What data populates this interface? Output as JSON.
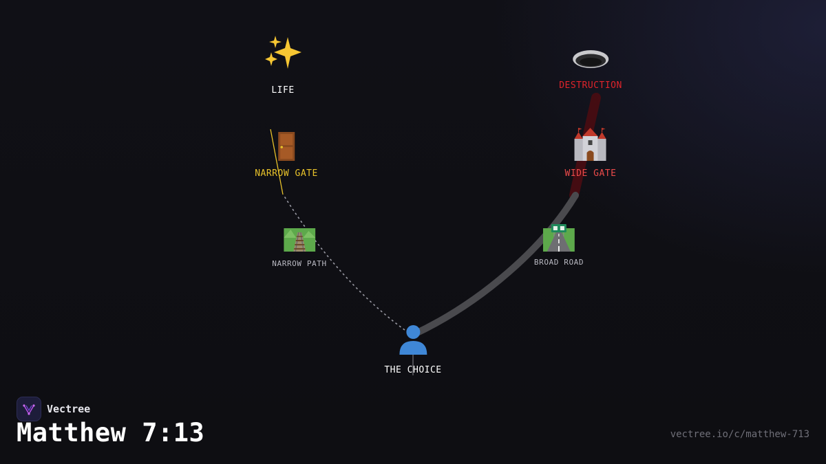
{
  "nodes": {
    "life": {
      "label": "LIFE",
      "icon": "sparkles-icon",
      "color": "#ffffff"
    },
    "destruction": {
      "label": "DESTRUCTION",
      "icon": "hole-icon",
      "color": "#e0242b"
    },
    "narrow_gate": {
      "label": "NARROW GATE",
      "icon": "door-icon",
      "color": "#e8c22a"
    },
    "wide_gate": {
      "label": "WIDE GATE",
      "icon": "castle-icon",
      "color": "#ea4a4a"
    },
    "narrow_path": {
      "label": "NARROW PATH",
      "icon": "railway-track-icon",
      "color": "#b9b9c2"
    },
    "broad_road": {
      "label": "BROAD ROAD",
      "icon": "motorway-icon",
      "color": "#b9b9c2"
    },
    "choice": {
      "label": "THE CHOICE",
      "icon": "person-silhouette-icon",
      "color": "#ffffff"
    }
  },
  "colors": {
    "narrow_line": "#e8c22a",
    "narrow_dotted": "#9a9aa4",
    "broad_road": "#4a4a4e",
    "destruction_path": "#4a0c12"
  },
  "brand": {
    "name": "Vectree"
  },
  "title": "Matthew 7:13",
  "url": "vectree.io/c/matthew-713"
}
